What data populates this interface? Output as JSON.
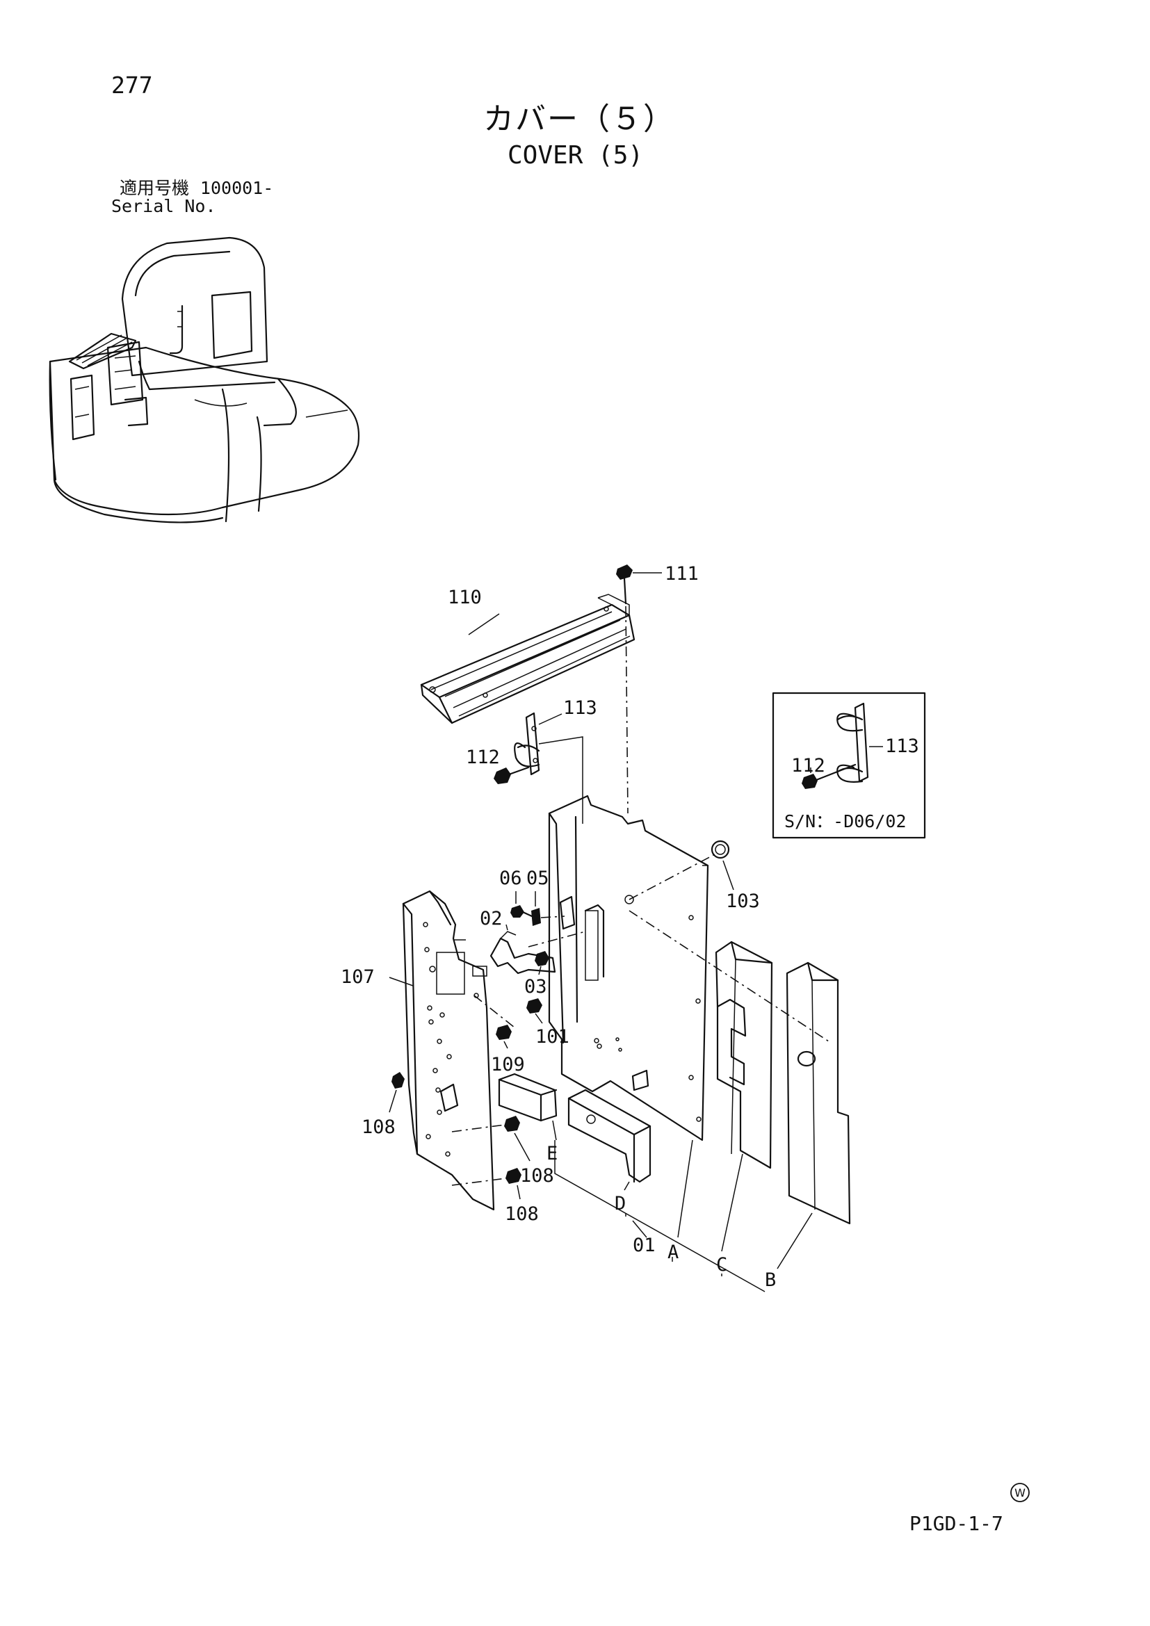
{
  "header": {
    "page_number": "277",
    "title_jp": "カバー（５）",
    "title_en": "COVER (5)",
    "serial_label_jp": "適用号機",
    "serial_value": "100001-",
    "serial_label_en": "Serial No."
  },
  "callouts": {
    "c110": "110",
    "c111": "111",
    "c113": "113",
    "c112": "112",
    "c06": "06",
    "c05": "05",
    "c02": "02",
    "c03": "03",
    "c101": "101",
    "c103": "103",
    "c107": "107",
    "c109": "109",
    "c108a": "108",
    "c108b": "108",
    "c108c": "108",
    "cE": "E",
    "cD": "D",
    "cA": "A",
    "cC": "C",
    "cB": "B",
    "c01": "01"
  },
  "inset": {
    "label_113": "113",
    "label_112": "112",
    "serial_note": "S/N：-D06/02"
  },
  "footer": {
    "page_code": "P1GD-1-7",
    "mark_letter": "W"
  }
}
